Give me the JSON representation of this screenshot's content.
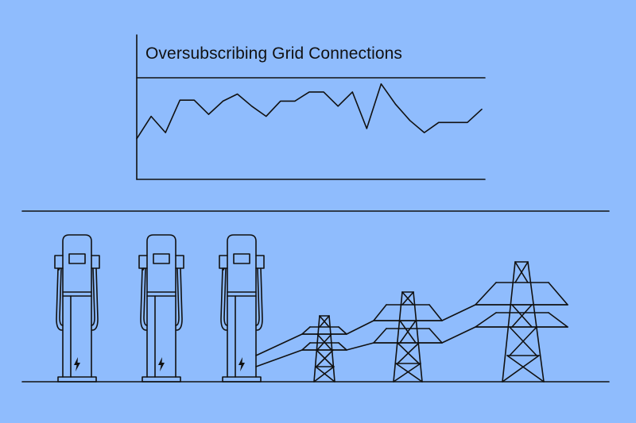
{
  "colors": {
    "background": "#8fbcfd",
    "ink": "#111111"
  },
  "chart_data": {
    "type": "line",
    "title": "Oversubscribing Grid Connections",
    "xlabel": "",
    "ylabel": "",
    "grid": false,
    "series": [
      {
        "values": [
          40,
          62,
          46,
          78,
          78,
          64,
          77,
          84,
          72,
          62,
          77,
          77,
          86,
          86,
          72,
          86,
          50,
          94,
          74,
          58,
          46,
          56,
          56,
          56,
          69
        ]
      }
    ],
    "ylim": [
      0,
      100
    ]
  },
  "illustration": {
    "chargers": [
      {
        "icon": "lightning-bolt-icon"
      },
      {
        "icon": "lightning-bolt-icon"
      },
      {
        "icon": "lightning-bolt-icon"
      }
    ],
    "pylons": [
      "small",
      "medium",
      "large"
    ]
  }
}
